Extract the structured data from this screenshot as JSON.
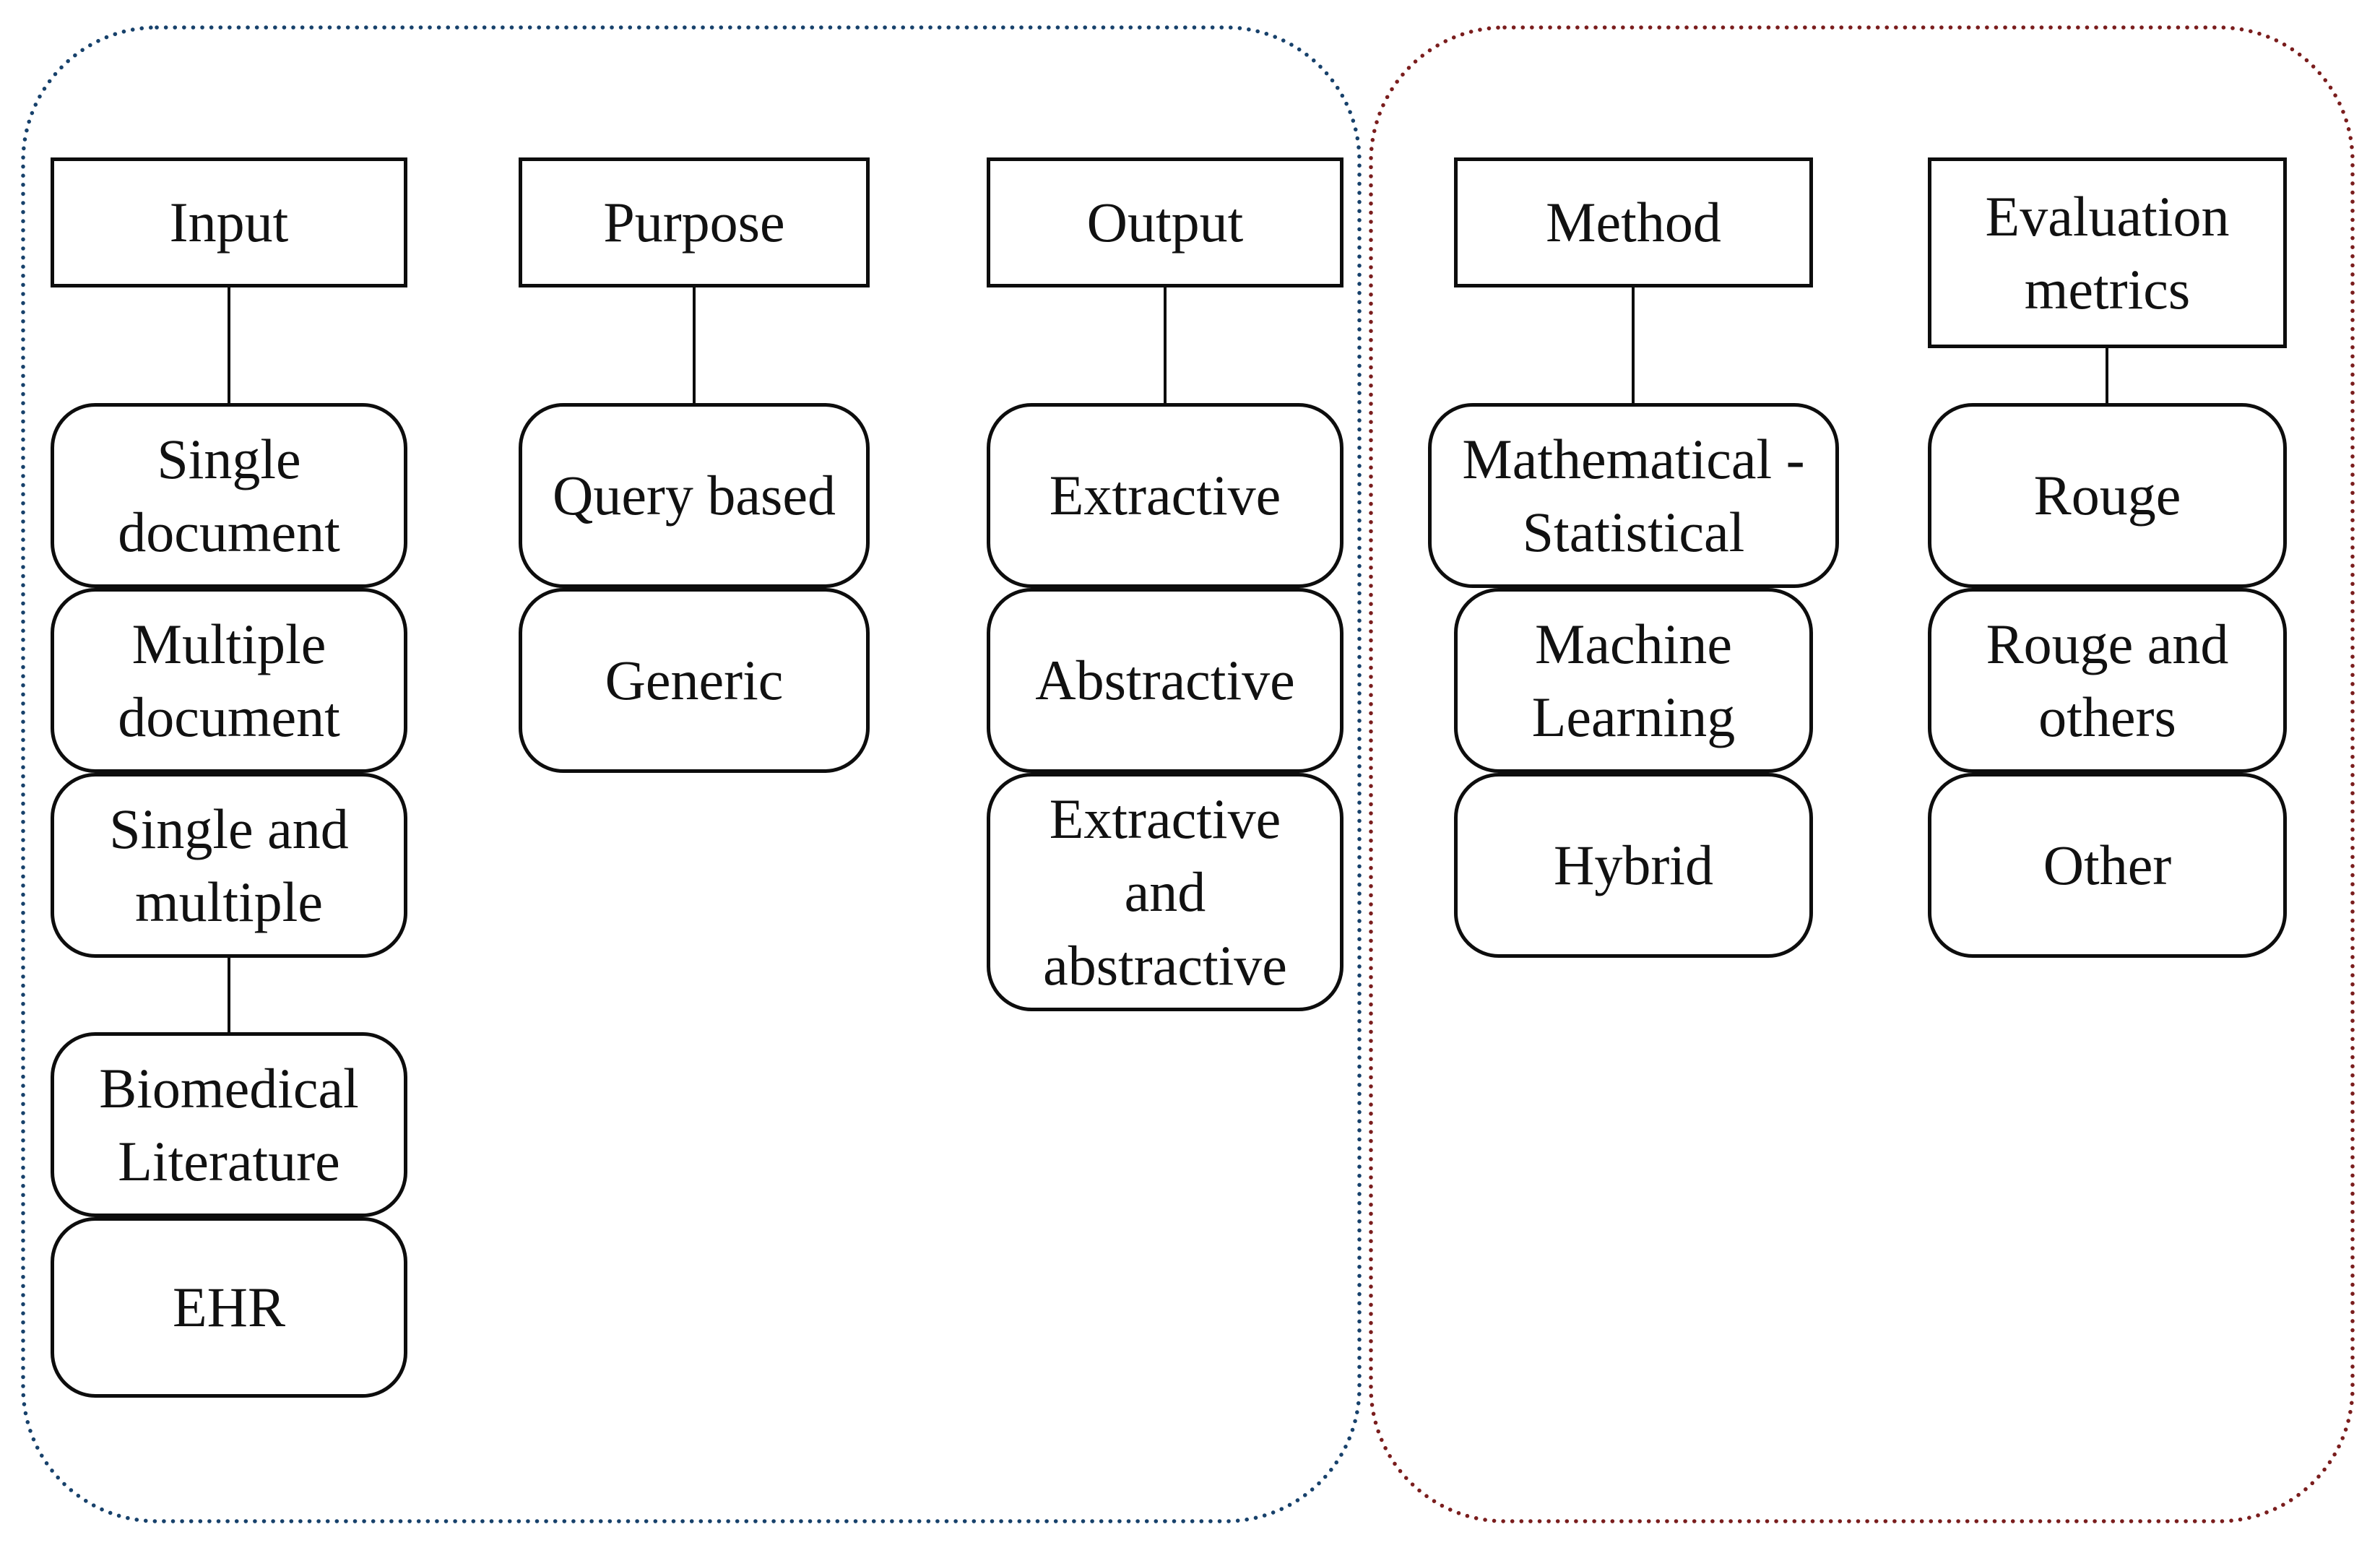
{
  "groups": {
    "left": {
      "border_color": "#17416B"
    },
    "right": {
      "border_color": "#7A1D1D"
    }
  },
  "columns": {
    "input": {
      "header": "Input",
      "items": [
        "Single\ndocument",
        "Multiple\ndocument",
        "Single and\nmultiple"
      ],
      "sub_items": [
        "Biomedical\nLiterature",
        "EHR"
      ]
    },
    "purpose": {
      "header": "Purpose",
      "items": [
        "Query based",
        "Generic"
      ]
    },
    "output": {
      "header": "Output",
      "items": [
        "Extractive",
        "Abstractive",
        "Extractive\nand\nabstractive"
      ]
    },
    "method": {
      "header": "Method",
      "items": [
        "Mathematical -\nStatistical",
        "Machine\nLearning",
        "Hybrid"
      ]
    },
    "evaluation": {
      "header": "Evaluation\nmetrics",
      "items": [
        "Rouge",
        "Rouge and\nothers",
        "Other"
      ]
    }
  }
}
